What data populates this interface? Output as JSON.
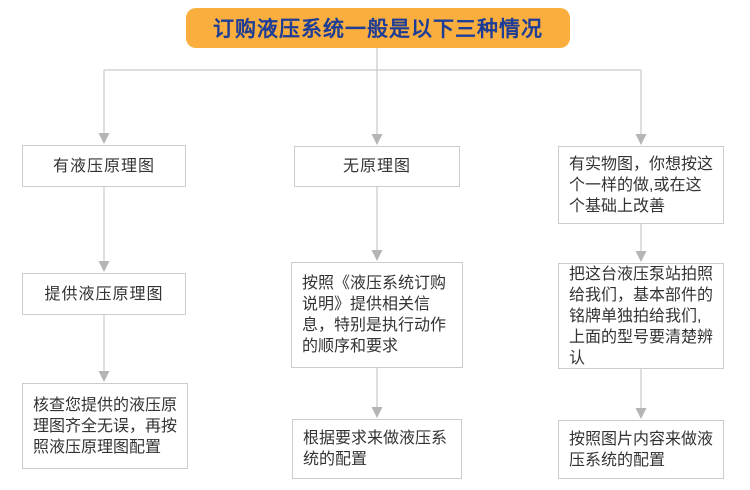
{
  "title": {
    "label": "订购液压系统一般是以下三种情况"
  },
  "colors": {
    "page_bg": "#ffffff",
    "header_bg": "#f9ae3d",
    "header_text": "#1d3d96",
    "box_border": "#cccccc",
    "box_text": "#333333",
    "connector": "#c9c9c9",
    "arrowhead": "#b5b5b5"
  },
  "branches": [
    {
      "steps": [
        "有液压原理图",
        "提供液压原理图",
        "核查您提供的液压原理图齐全无误，再按照液压原理图配置"
      ]
    },
    {
      "steps": [
        "无原理图",
        "按照《液压系统订购说明》提供相关信息，特别是执行动作的顺序和要求",
        "根据要求来做液压系统的配置"
      ]
    },
    {
      "steps": [
        "有实物图，你想按这个一样的做,或在这个基础上改善",
        "把这台液压泵站拍照给我们，基本部件的铭牌单独拍给我们,上面的型号要清楚辨认",
        "按照图片内容来做液压系统的配置"
      ]
    }
  ]
}
